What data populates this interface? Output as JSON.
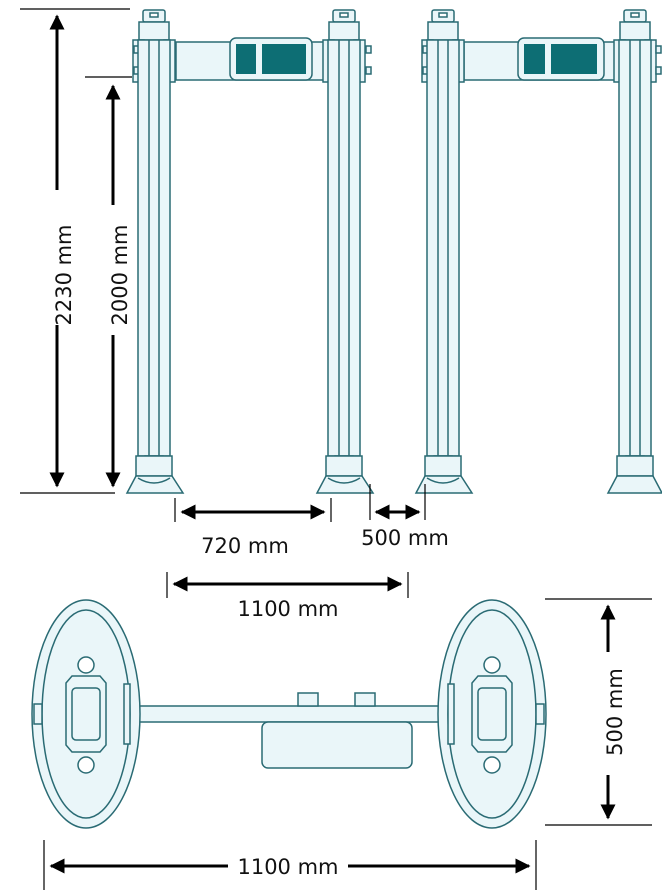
{
  "colors": {
    "outline": "#2a6b74",
    "fill": "#eaf6f9",
    "display": "#0d6e74",
    "arrow": "#000000"
  },
  "dimensions": {
    "height_total": "2230 mm",
    "height_passage": "2000 mm",
    "width_passage": "720 mm",
    "gap_between": "500 mm",
    "top_span": "1100 mm",
    "plan_depth": "500 mm",
    "plan_width": "1100 mm"
  }
}
